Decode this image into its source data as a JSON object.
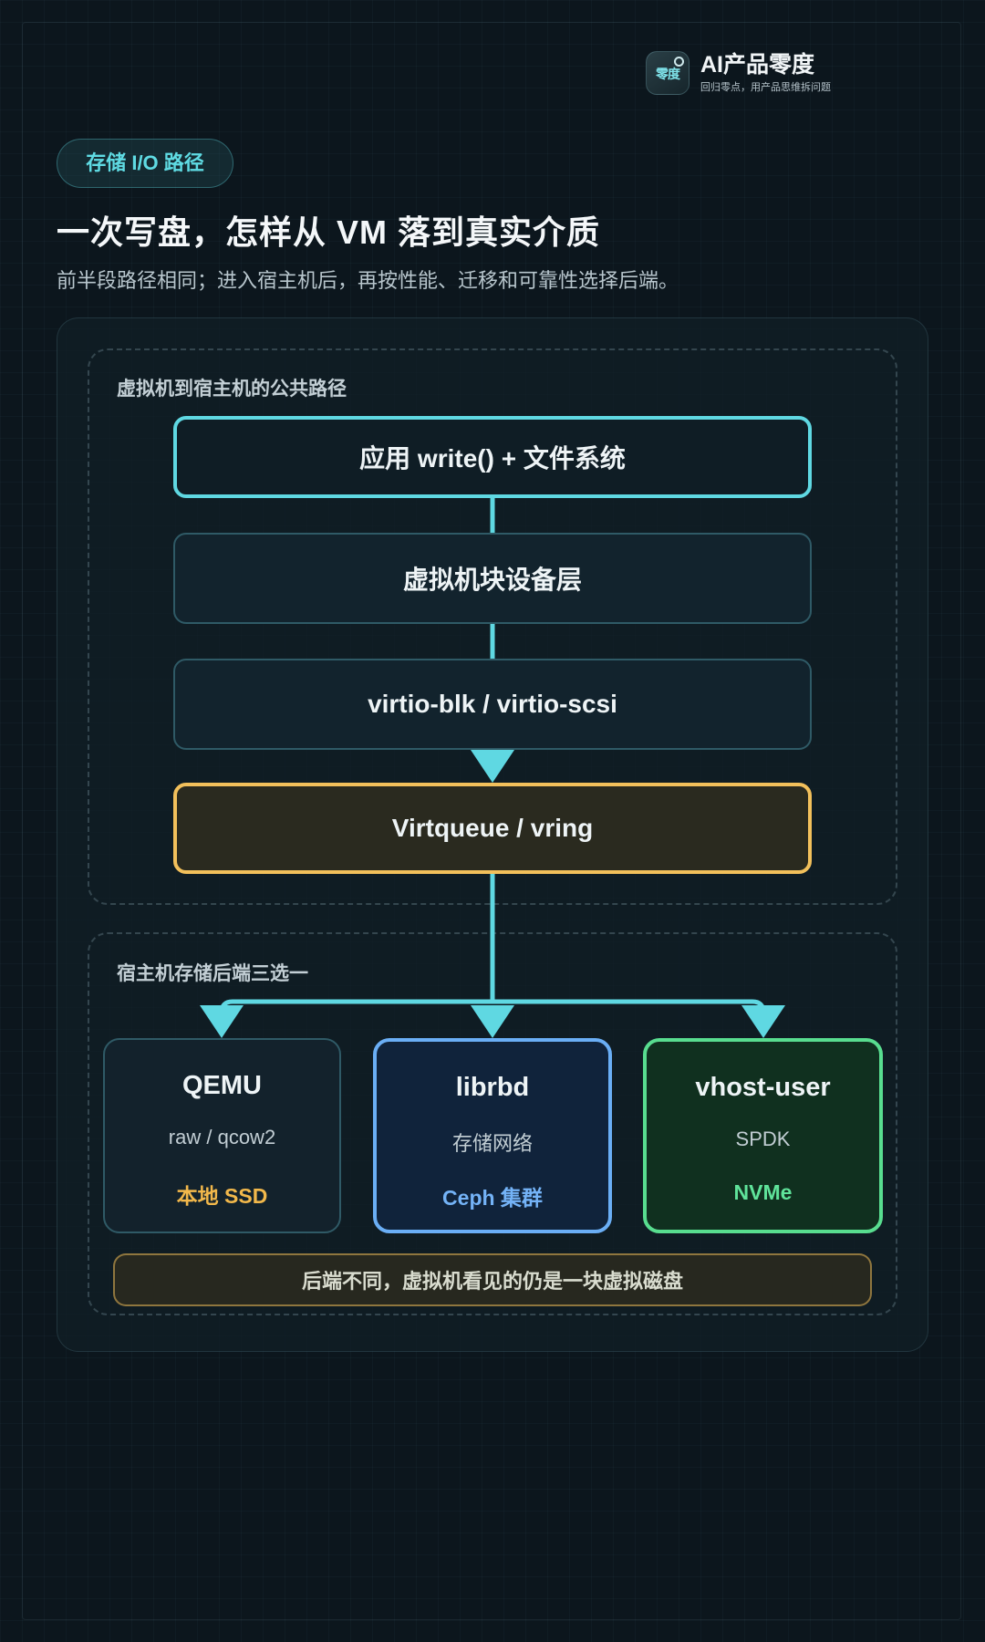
{
  "brand": {
    "logo_text": "零度",
    "name": "AI产品零度",
    "tagline": "回归零点，用产品思维拆问题"
  },
  "header": {
    "tag": "存储 I/O 路径",
    "title": "一次写盘，怎样从 VM 落到真实介质",
    "subtitle": "前半段路径相同；进入宿主机后，再按性能、迁移和可靠性选择后端。"
  },
  "diagram": {
    "public_section": {
      "label": "虚拟机到宿主机的公共路径",
      "nodes": [
        "应用 write() + 文件系统",
        "虚拟机块设备层",
        "virtio-blk / virtio-scsi",
        "Virtqueue / vring"
      ]
    },
    "backend_section": {
      "label": "宿主机存储后端三选一",
      "backends": [
        {
          "name": "QEMU",
          "desc": "raw / qcow2",
          "media": "本地 SSD",
          "color": "#f2b84b"
        },
        {
          "name": "librbd",
          "desc": "存储网络",
          "media": "Ceph 集群",
          "color": "#74b3f7"
        },
        {
          "name": "vhost-user",
          "desc": "SPDK",
          "media": "NVMe",
          "color": "#5fe39a"
        }
      ],
      "note": "后端不同，虚拟机看见的仍是一块虚拟磁盘"
    }
  },
  "colors": {
    "accent_cyan": "#5fd8e2",
    "accent_yellow": "#f2c05b",
    "accent_blue": "#6aaef5",
    "accent_green": "#58dd8f",
    "background": "#0c161d"
  }
}
